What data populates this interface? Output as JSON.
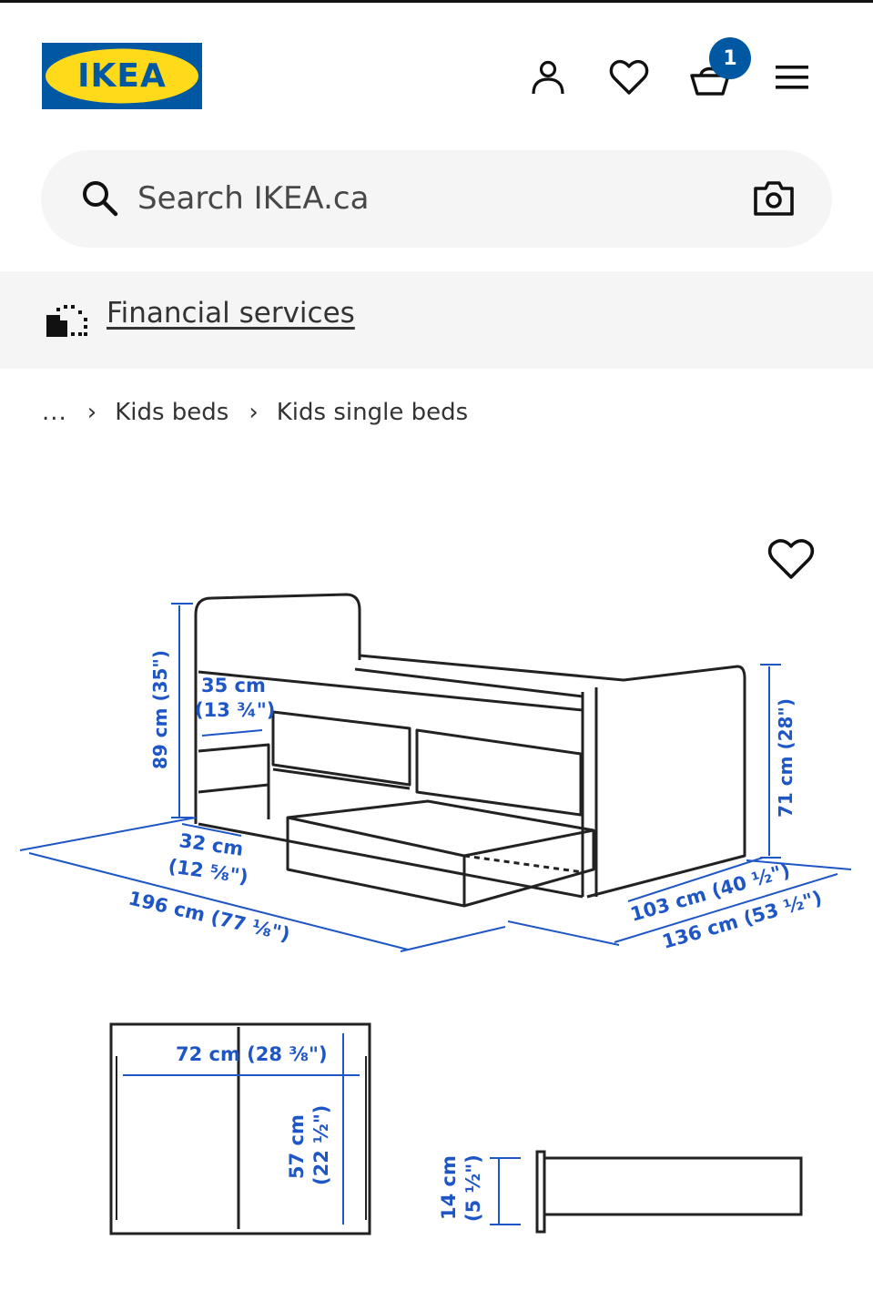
{
  "header": {
    "logo_text": "IKEA",
    "cart_count": "1",
    "icons": [
      "profile-icon",
      "heart-icon",
      "shopping-bag-icon",
      "menu-icon"
    ]
  },
  "search": {
    "placeholder": "Search IKEA.ca",
    "icons": [
      "search-icon",
      "camera-icon"
    ]
  },
  "financial": {
    "label": "Financial services",
    "icon": "financial-services-icon"
  },
  "breadcrumb": {
    "ellipsis": "...",
    "items": [
      "Kids beds",
      "Kids single beds"
    ]
  },
  "product_image": {
    "favourite_icon": "heart-icon",
    "dimensions": {
      "height_total": "89 cm (35\")",
      "shelf_depth_cm": "35 cm",
      "shelf_depth_in": "(13 ¾\")",
      "footboard_height": "71 cm (28\")",
      "length": "196 cm (77 ⅛\")",
      "drawer_depth_cm": "32 cm",
      "drawer_depth_in": "(12 ⅝\")",
      "width_inner": "103 cm (40 ½\")",
      "width_outer": "136 cm (53 ½\")",
      "drawer_width": "72 cm (28 ⅜\")",
      "drawer_length_cm": "57 cm",
      "drawer_length_in": "(22 ½\")",
      "drawer_height_cm": "14 cm",
      "drawer_height_in": "(5 ½\")"
    }
  },
  "colors": {
    "ikea_blue": "#0058a3",
    "ikea_yellow": "#ffda1a",
    "dimension_blue": "#1f56c5"
  }
}
